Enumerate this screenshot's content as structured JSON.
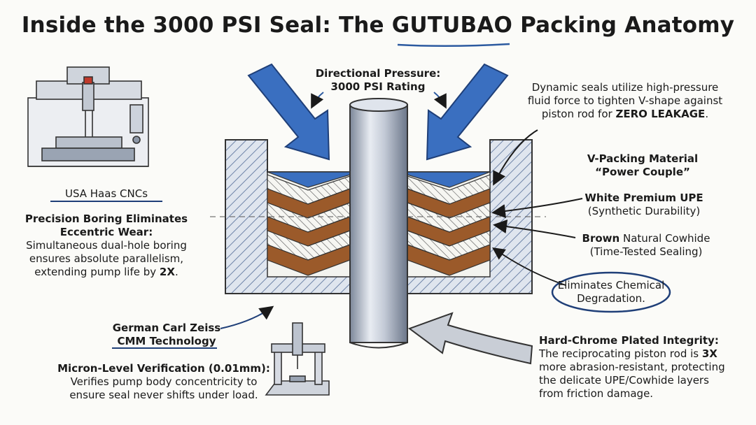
{
  "title": {
    "prefix": "Inside the 3000 PSI Seal: The ",
    "brand": "GUTUBAO",
    "suffix": " Packing Anatomy"
  },
  "pressure": {
    "line1": "Directional Pressure:",
    "line2": "3000 PSI Rating"
  },
  "dynamic_note": {
    "line1": "Dynamic seals utilize high-pressure",
    "line2": "fluid force to tighten V-shape against",
    "line3_pre": "piston rod for ",
    "line3_bold": "ZERO LEAKAGE",
    "line3_post": "."
  },
  "vpacking": {
    "line1": "V-Packing Material",
    "line2": "“Power Couple”",
    "upe_bold": "White Premium UPE",
    "upe_sub": "(Synthetic Durability)",
    "cow_bold": "Brown",
    "cow_rest": " Natural Cowhide",
    "cow_sub": "(Time-Tested Sealing)",
    "chem_line1": "Eliminates Chemical",
    "chem_line2": "Degradation."
  },
  "haas": {
    "label": "USA Haas CNCs",
    "head1": "Precision Boring Eliminates",
    "head2": "Eccentric Wear:",
    "body1": "Simultaneous dual-hole boring",
    "body2": "ensures absolute parallelism,",
    "body3_pre": "extending pump life by ",
    "body3_bold": "2X",
    "body3_post": "."
  },
  "zeiss": {
    "line1": "German Carl Zeiss",
    "line2": "CMM Technology",
    "head": "Micron-Level Verification (0.01mm):",
    "body1": "Verifies pump body concentricity to",
    "body2": "ensure seal never shifts under load."
  },
  "chrome": {
    "head": "Hard-Chrome Plated Integrity:",
    "body1_pre": "The reciprocating piston rod is ",
    "body1_bold": "3X",
    "body2": "more abrasion-resistant, protecting",
    "body3": "the delicate UPE/Cowhide layers",
    "body4": "from friction damage."
  },
  "colors": {
    "arrow_blue": "#3a6fc0",
    "housing_blue": "#a9b8d0",
    "cowhide_brown": "#9b5a2a",
    "upe_white": "#f4f4f0",
    "rod_grey": "#b8c0cc"
  },
  "icons": [
    "cnc-machine-icon",
    "cmm-machine-icon"
  ]
}
